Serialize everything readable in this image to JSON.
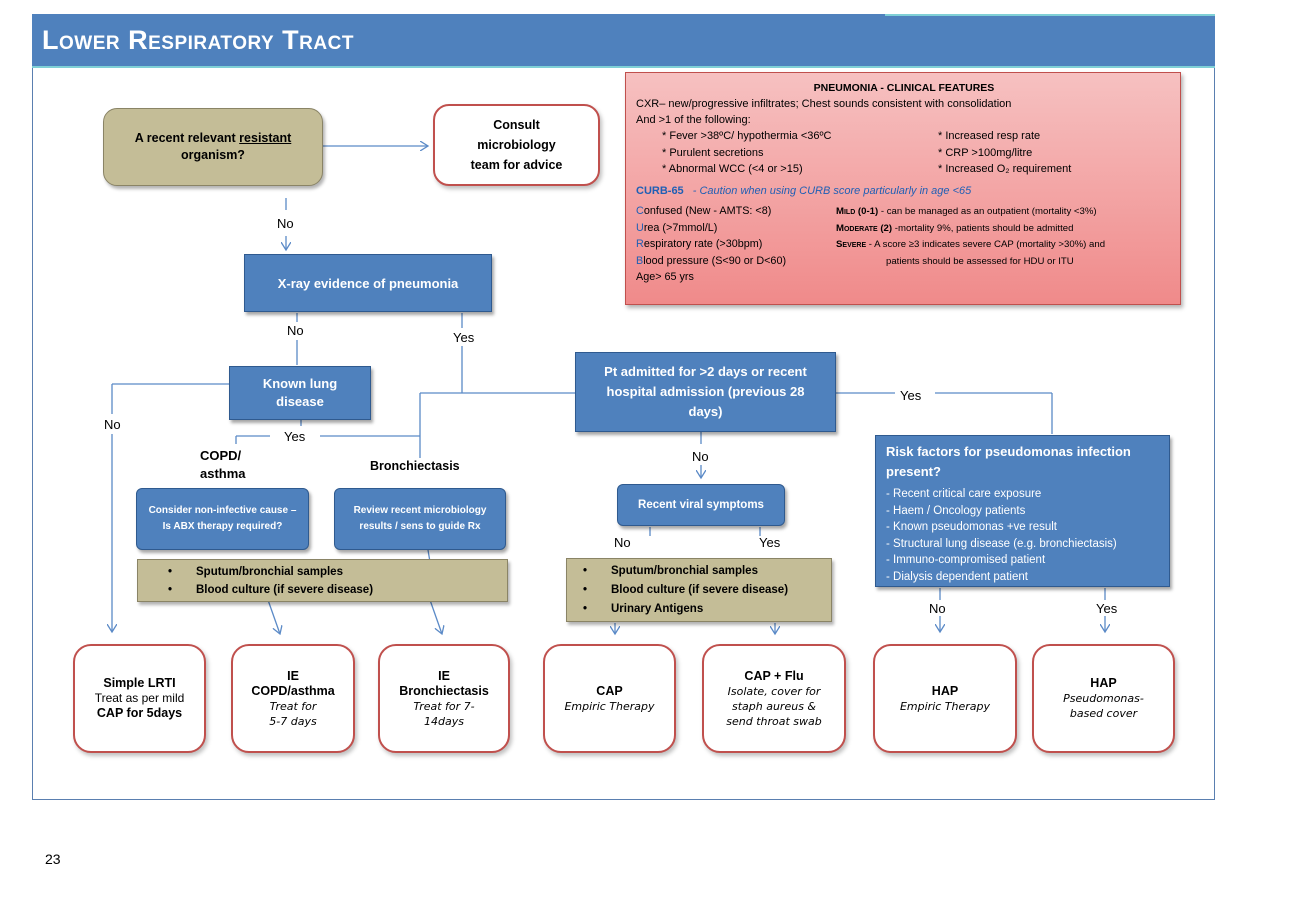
{
  "title": "Lower Respiratory Tract",
  "page_number": "23",
  "clinical": {
    "heading": "PNEUMONIA - CLINICAL FEATURES",
    "line1": "CXR– new/progressive infiltrates; Chest sounds consistent with consolidation",
    "line2": "And >1 of the following:",
    "left_features": [
      "Fever >38ºC/ hypothermia <36ºC",
      "Purulent secretions",
      "Abnormal WCC (<4 or >15)"
    ],
    "right_features": [
      "Increased resp rate",
      "CRP >100mg/litre",
      "Increased O₂ requirement"
    ],
    "curb_title": "CURB-65",
    "curb_caution": "- Caution when using CURB score particularly in age <65",
    "curb_items": [
      {
        "letter": "C",
        "rest": "onfused (New - AMTS: <8)"
      },
      {
        "letter": "U",
        "rest": "rea (>7mmol/L)"
      },
      {
        "letter": "R",
        "rest": "espiratory rate (>30bpm)"
      },
      {
        "letter": "B",
        "rest": "lood pressure (S<90 or D<60)"
      },
      {
        "letter": "Age> 65",
        "rest": " yrs"
      }
    ],
    "severity": [
      {
        "label": "Mild (0-1)",
        "text": " - can be managed as an outpatient (mortality <3%)"
      },
      {
        "label": "Moderate (2)",
        "text": " -mortality 9%, patients should be admitted"
      },
      {
        "label": "Severe",
        "text": " - A score ≥3 indicates severe CAP (mortality >30%) and"
      },
      {
        "label": "",
        "text": "patients should be assessed for HDU or ITU"
      }
    ]
  },
  "nodes": {
    "resistant": "A recent relevant resistant organism?",
    "resistant_pre": "A recent relevant ",
    "resistant_u": "resistant",
    "resistant_post": "organism?",
    "consult": "Consult microbiology team for advice",
    "xray": "X-ray evidence of pneumonia",
    "known_lung": "Known lung disease",
    "admitted": "Pt admitted for >2 days or recent hospital admission (previous 28 days)",
    "viral": "Recent viral symptoms",
    "copd_head": "COPD/ asthma",
    "bronch_head": "Bronchiectasis",
    "copd_box": "Consider non-infective cause – Is ABX therapy required?",
    "bronch_box": "Review recent microbiology results / sens to guide Rx",
    "samples_left": [
      "Sputum/bronchial samples",
      "Blood culture (if severe disease)"
    ],
    "samples_mid": [
      "Sputum/bronchial samples",
      "Blood culture (if severe disease)",
      "Urinary Antigens"
    ],
    "risk_head": "Risk factors for pseudomonas infection present?",
    "risk_items": [
      "Recent critical care exposure",
      "Haem / Oncology patients",
      "Known pseudomonas +ve result",
      "Structural lung disease (e.g. bronchiectasis)",
      "Immuno-compromised patient",
      "Dialysis dependent patient"
    ]
  },
  "labels": {
    "no1": "No",
    "no2": "No",
    "yes1": "Yes",
    "no_left": "No",
    "yes2": "Yes",
    "yes3": "Yes",
    "no3": "No",
    "no4": "No",
    "yes4": "Yes",
    "no5": "No",
    "yes5": "Yes"
  },
  "outcomes": [
    {
      "h": "Simple LRTI",
      "l2": "Treat as per mild",
      "l3": "CAP for 5days"
    },
    {
      "h": "IE",
      "h2": "COPD/asthma",
      "i1": "Treat for",
      "i2": "5-7 days"
    },
    {
      "h": "IE",
      "h2": "Bronchiectasis",
      "i1": "Treat for 7-",
      "i2": "14days"
    },
    {
      "h": "CAP",
      "i1": "Empiric Therapy"
    },
    {
      "h": "CAP + Flu",
      "i1": "Isolate, cover for",
      "i2": "staph aureus &",
      "i3": "send throat swab"
    },
    {
      "h": "HAP",
      "i1": "Empiric Therapy"
    },
    {
      "h": "HAP",
      "i1": "Pseudomonas-",
      "i2": "based cover"
    }
  ],
  "colors": {
    "title_bar": "#4f81bd",
    "node_blue": "#4f81bd",
    "sample_olive": "#c4bd97",
    "outcome_border": "#c0504d",
    "features_pink": "#f4a6a6"
  }
}
